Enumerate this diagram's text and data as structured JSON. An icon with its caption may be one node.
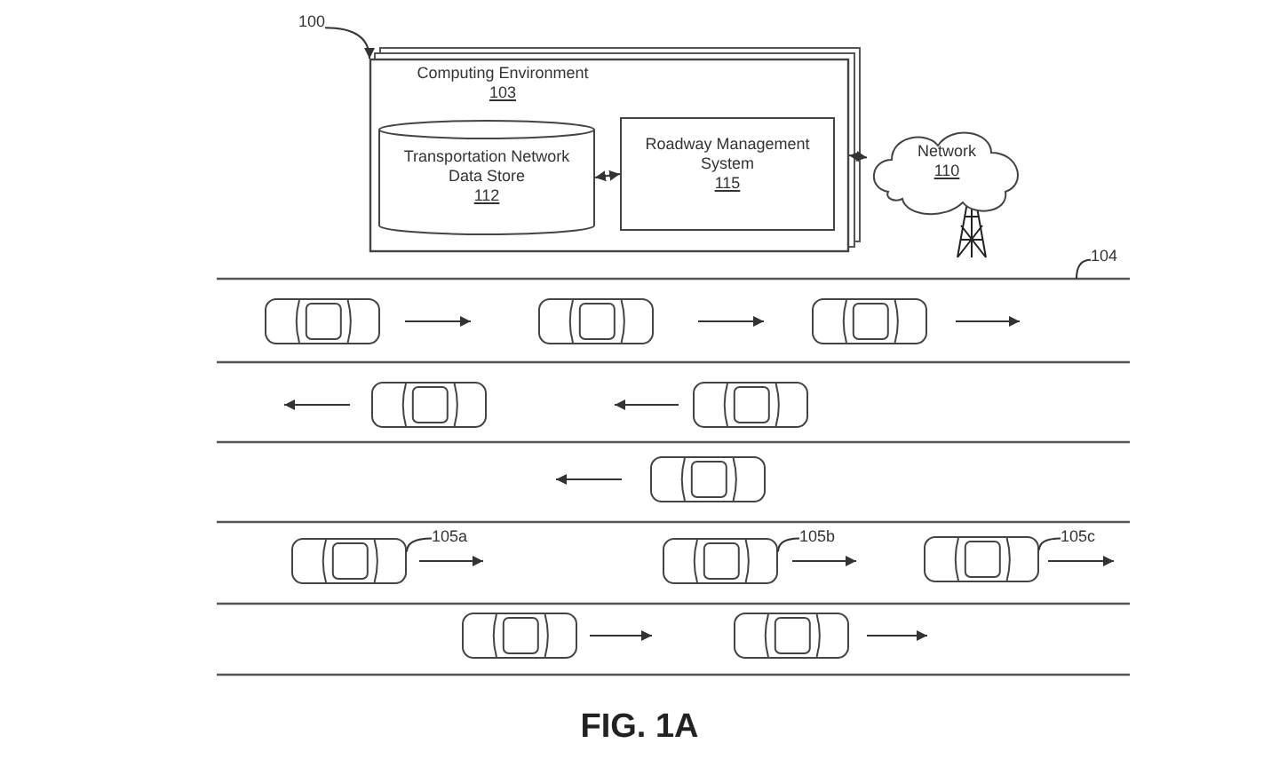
{
  "diagram": {
    "caption": "FIG. 1A",
    "nodes": [
      {
        "text": [
          "100"
        ]
      },
      {
        "text": [
          "Computing Environment",
          "103"
        ]
      },
      {
        "text": [
          "Transportation Network Data Store",
          "112"
        ],
        "in": 1
      },
      {
        "text": [
          "Roadway Management System",
          "115"
        ],
        "in": 1
      },
      {
        "text": [
          "Network",
          "110"
        ]
      },
      {
        "text": [
          "104"
        ]
      },
      {
        "text": [],
        "shape": "picture"
      },
      {
        "text": [],
        "shape": "picture"
      },
      {
        "text": [],
        "shape": "picture"
      },
      {
        "text": [],
        "shape": "picture"
      },
      {
        "text": [],
        "shape": "picture"
      },
      {
        "text": [],
        "shape": "picture"
      },
      {
        "text": [],
        "shape": "picture"
      },
      {
        "text": [
          "105a"
        ]
      },
      {
        "text": [],
        "shape": "picture"
      },
      {
        "text": [
          "105b"
        ]
      },
      {
        "text": [],
        "shape": "picture"
      },
      {
        "text": [
          "105c"
        ]
      },
      {
        "text": [],
        "shape": "picture"
      },
      {
        "text": [],
        "shape": "picture"
      }
    ],
    "edges": [
      {
        "from": 0,
        "to": 1,
        "arrow": "to"
      },
      {
        "from": 2,
        "to": 3,
        "arrow": "both"
      },
      {
        "from": 1,
        "to": 4,
        "arrow": "both"
      },
      {
        "from": 5,
        "to": null,
        "arrow": "none"
      },
      {
        "from": 13,
        "to": 12,
        "arrow": "none"
      },
      {
        "from": 15,
        "to": 14,
        "arrow": "none"
      },
      {
        "from": 17,
        "to": 16,
        "arrow": "none"
      }
    ]
  }
}
